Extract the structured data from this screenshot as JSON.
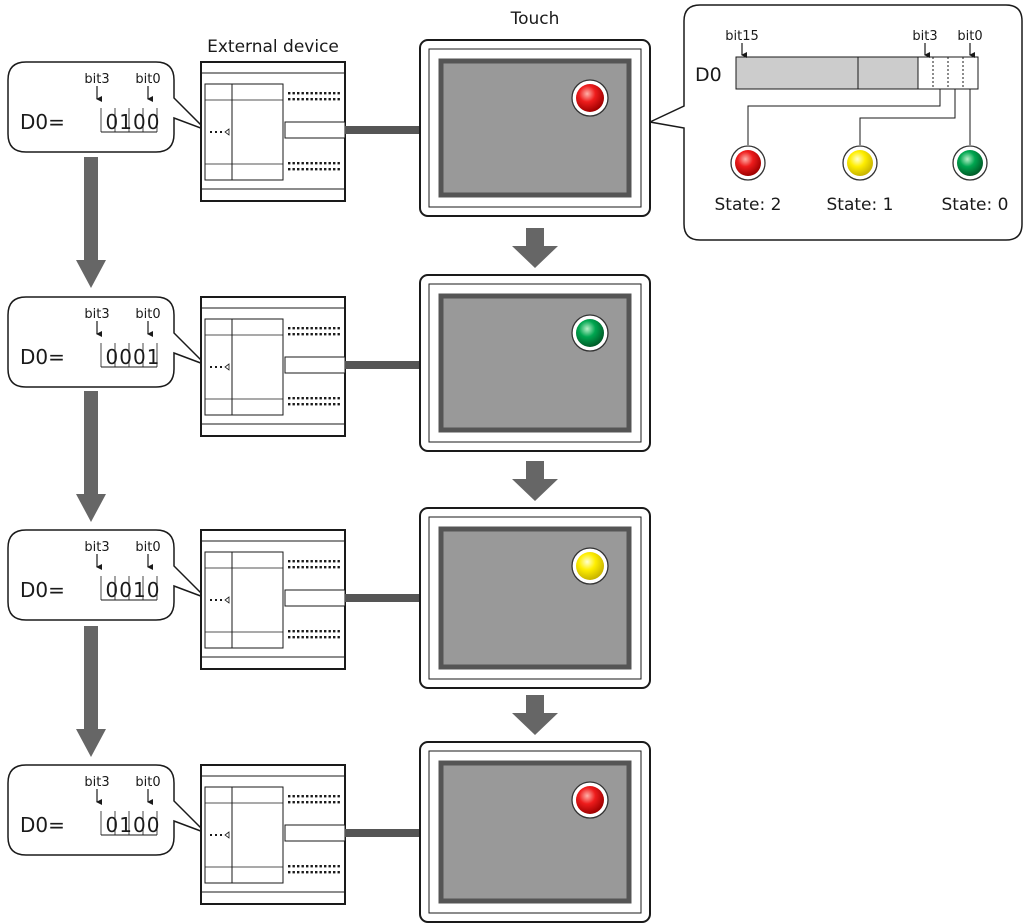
{
  "headers": {
    "external_device": "External device",
    "touch": "Touch"
  },
  "bit_labels": {
    "bit15": "bit15",
    "bit3": "bit3",
    "bit0": "bit0"
  },
  "register": {
    "name": "D0",
    "prefix": "D0="
  },
  "states": [
    {
      "label": "State: 2",
      "color": "red"
    },
    {
      "label": "State: 1",
      "color": "yellow"
    },
    {
      "label": "State: 0",
      "color": "green"
    }
  ],
  "rows": [
    {
      "value": "0100",
      "lamp": "red"
    },
    {
      "value": "0001",
      "lamp": "green"
    },
    {
      "value": "0010",
      "lamp": "yellow"
    },
    {
      "value": "0100",
      "lamp": "red"
    }
  ],
  "colors": {
    "arrow": "#666666",
    "link": "#555555",
    "screen": "#999999",
    "screen_border": "#555555",
    "register_fill": "#cccccc",
    "red": "#e60012",
    "yellow": "#fff100",
    "green": "#009944"
  }
}
